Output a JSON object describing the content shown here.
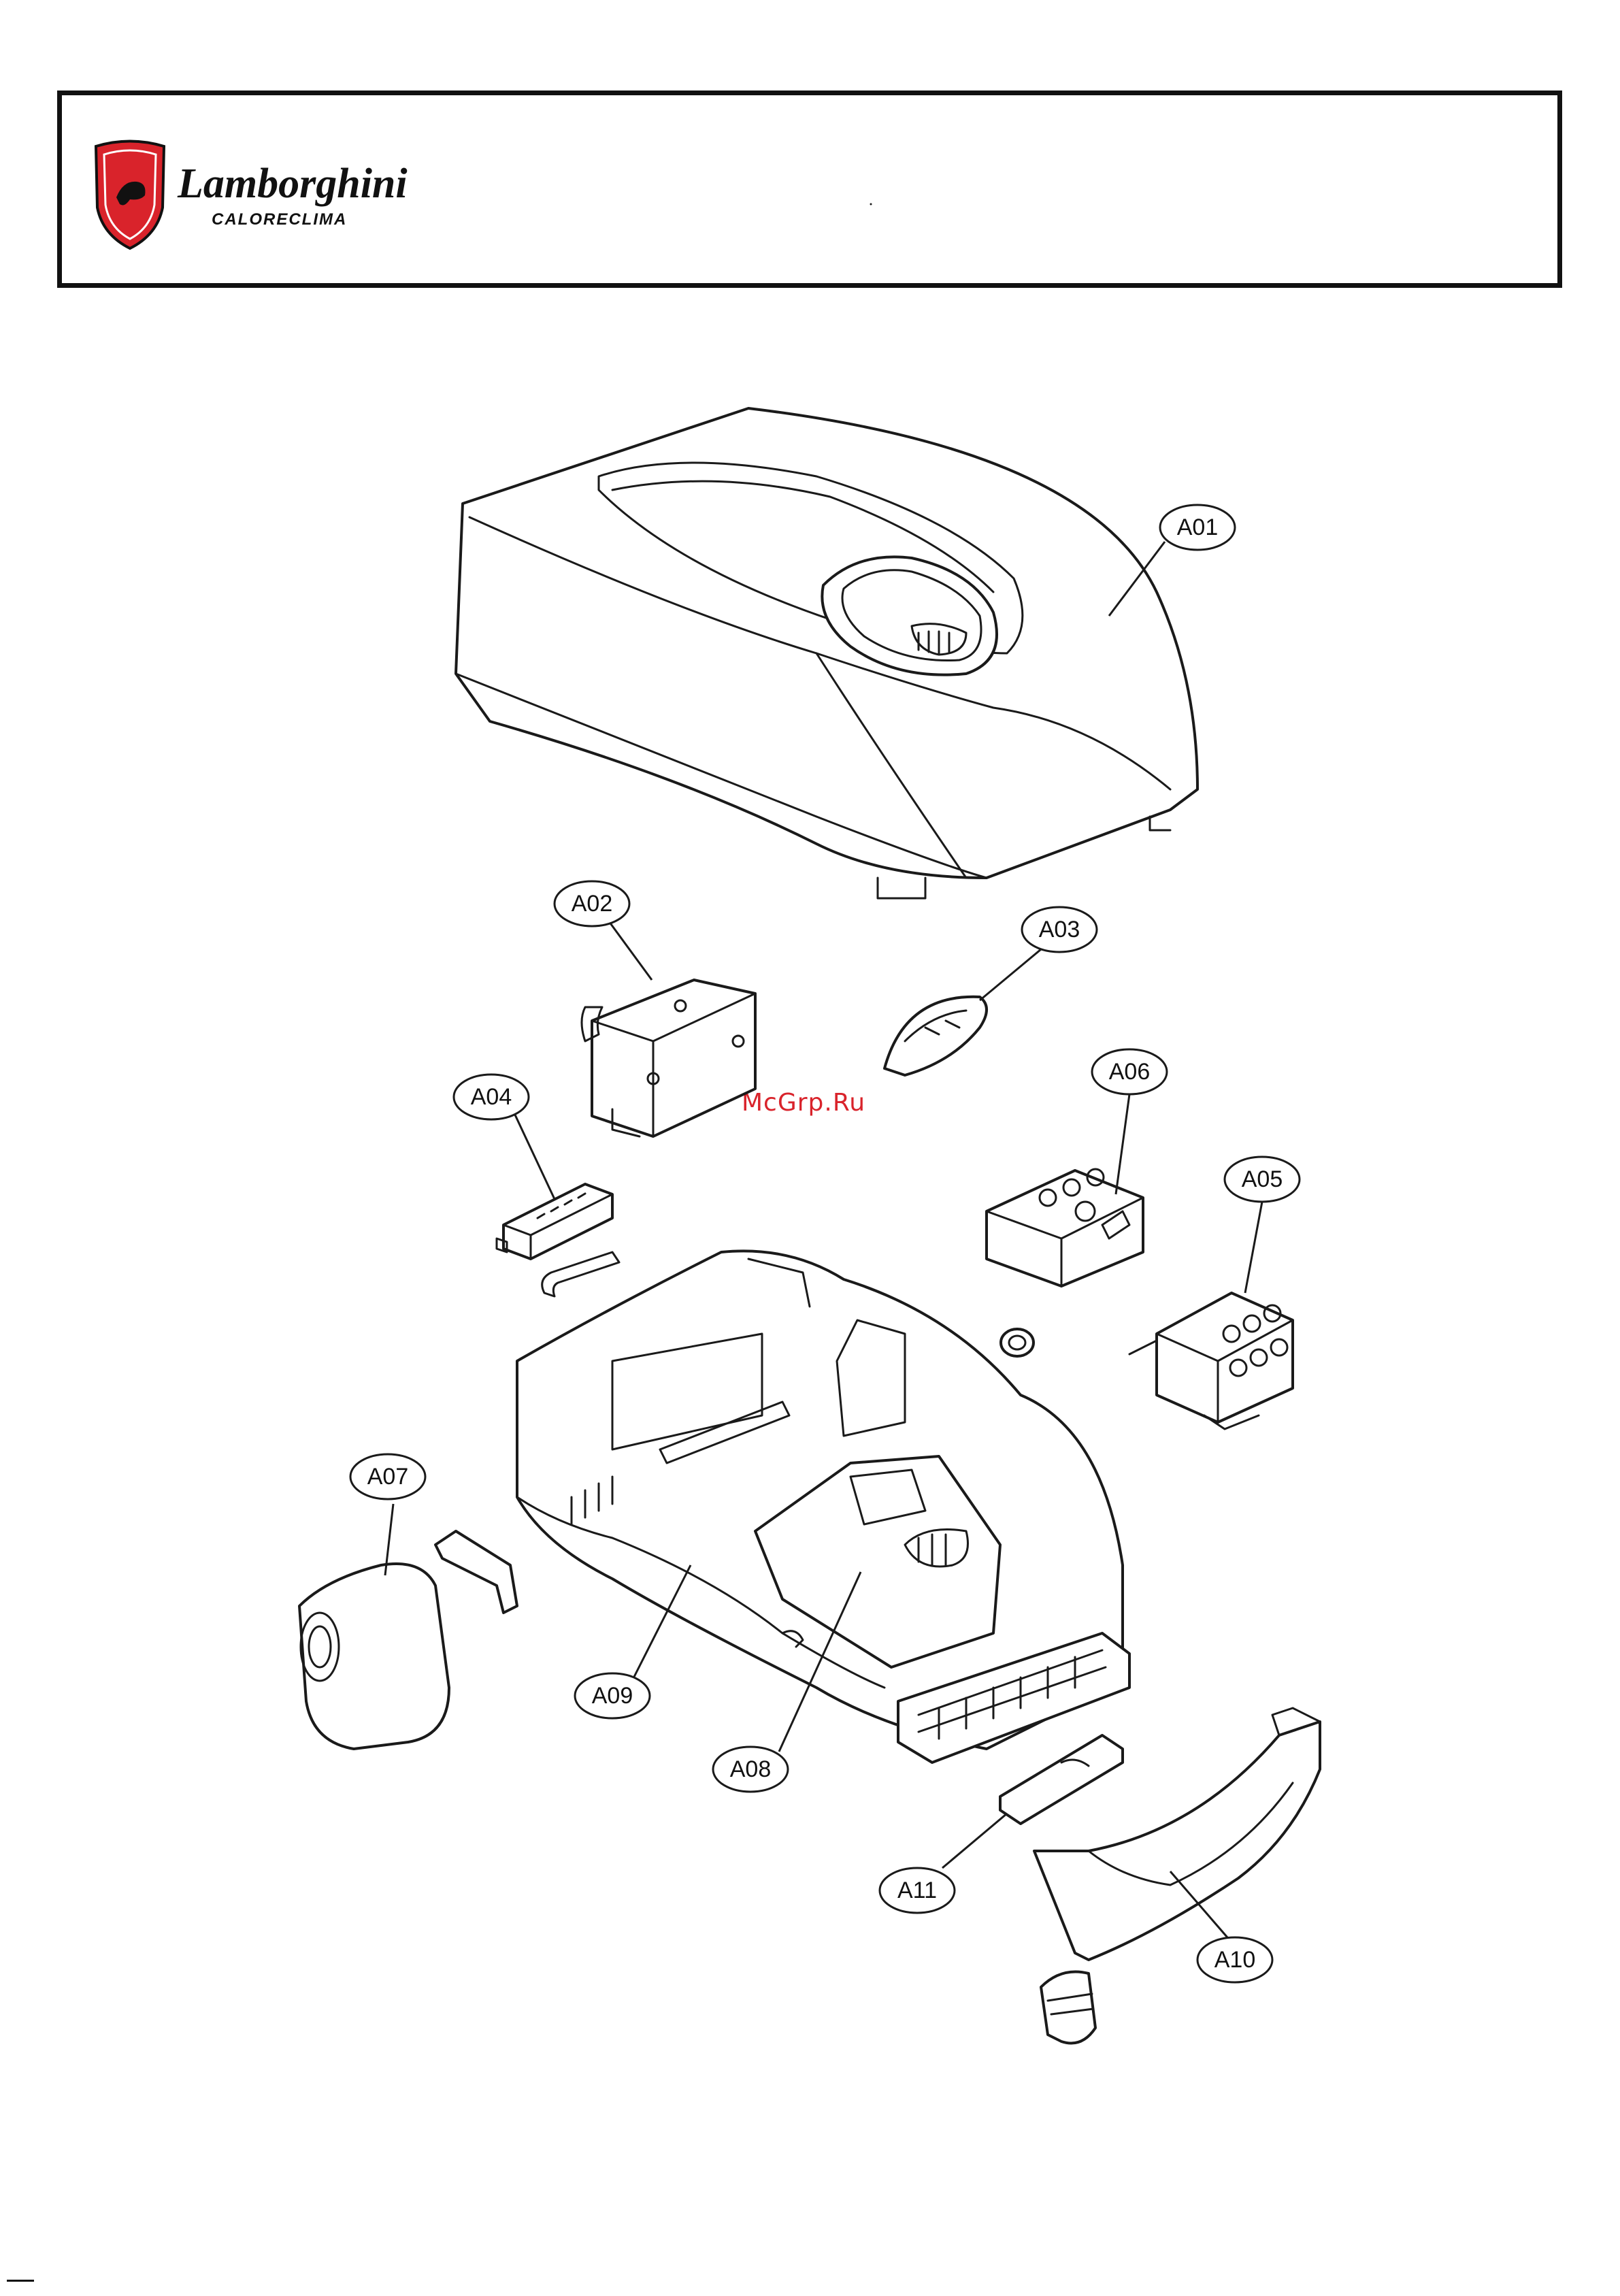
{
  "header": {
    "brand_name": "Lamborghini",
    "brand_sub": "CALORECLIMA"
  },
  "watermark": "McGrp.Ru",
  "callouts": [
    {
      "id": "a01",
      "label": "A01"
    },
    {
      "id": "a02",
      "label": "A02"
    },
    {
      "id": "a03",
      "label": "A03"
    },
    {
      "id": "a04",
      "label": "A04"
    },
    {
      "id": "a05",
      "label": "A05"
    },
    {
      "id": "a06",
      "label": "A06"
    },
    {
      "id": "a07",
      "label": "A07"
    },
    {
      "id": "a08",
      "label": "A08"
    },
    {
      "id": "a09",
      "label": "A09"
    },
    {
      "id": "a10",
      "label": "A10"
    },
    {
      "id": "a11",
      "label": "A11"
    }
  ],
  "colors": {
    "brand_red": "#d9232b",
    "line": "#1a1a1a"
  }
}
